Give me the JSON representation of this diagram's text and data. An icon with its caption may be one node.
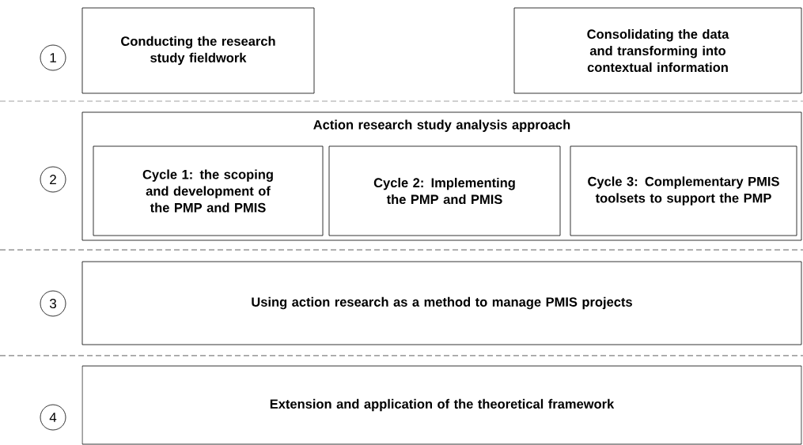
{
  "diagram": {
    "nodes": [
      {
        "text": [
          "1"
        ]
      },
      {
        "text": [
          "Conducting the research study fieldwork"
        ]
      },
      {
        "text": [
          "Consolidating the data and transforming into contextual information"
        ]
      },
      {
        "text": [
          "2"
        ]
      },
      {
        "text": [
          "Action research study analysis approach"
        ]
      },
      {
        "text": [
          "Cycle 1: the scoping and development of the PMP and PMIS"
        ],
        "in": 4
      },
      {
        "text": [
          "Cycle 2: Implementing the PMP and PMIS"
        ],
        "in": 4
      },
      {
        "text": [
          "Cycle 3: Complementary PMIS toolsets to support the PMP"
        ],
        "in": 4
      },
      {
        "text": [
          "3"
        ]
      },
      {
        "text": [
          "Using action research as a method to manage PMIS projects"
        ]
      },
      {
        "text": [
          "4"
        ]
      },
      {
        "text": [
          "Extension and application of the theoretical framework"
        ]
      }
    ],
    "edges": []
  }
}
